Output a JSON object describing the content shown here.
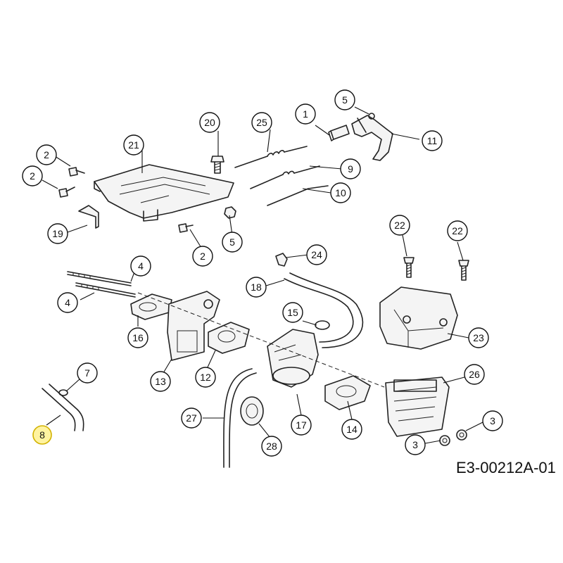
{
  "diagram_code": "E3-00212A-01",
  "highlight_color": "#fff3a0",
  "callouts": [
    {
      "id": "c1",
      "label": "1"
    },
    {
      "id": "c5a",
      "label": "5"
    },
    {
      "id": "c11",
      "label": "11"
    },
    {
      "id": "c20",
      "label": "20"
    },
    {
      "id": "c25",
      "label": "25"
    },
    {
      "id": "c21",
      "label": "21"
    },
    {
      "id": "c2a",
      "label": "2"
    },
    {
      "id": "c2b",
      "label": "2"
    },
    {
      "id": "c9",
      "label": "9"
    },
    {
      "id": "c10",
      "label": "10"
    },
    {
      "id": "c19",
      "label": "19"
    },
    {
      "id": "c2c",
      "label": "2"
    },
    {
      "id": "c5b",
      "label": "5"
    },
    {
      "id": "c22a",
      "label": "22"
    },
    {
      "id": "c22b",
      "label": "22"
    },
    {
      "id": "c24",
      "label": "24"
    },
    {
      "id": "c4a",
      "label": "4"
    },
    {
      "id": "c4b",
      "label": "4"
    },
    {
      "id": "c18",
      "label": "18"
    },
    {
      "id": "c15",
      "label": "15"
    },
    {
      "id": "c23",
      "label": "23"
    },
    {
      "id": "c16",
      "label": "16"
    },
    {
      "id": "c7",
      "label": "7"
    },
    {
      "id": "c26",
      "label": "26"
    },
    {
      "id": "c13",
      "label": "13"
    },
    {
      "id": "c12",
      "label": "12"
    },
    {
      "id": "c27",
      "label": "27"
    },
    {
      "id": "c17",
      "label": "17"
    },
    {
      "id": "c14",
      "label": "14"
    },
    {
      "id": "c3a",
      "label": "3"
    },
    {
      "id": "c3b",
      "label": "3"
    },
    {
      "id": "c8",
      "label": "8",
      "highlighted": true
    },
    {
      "id": "c28",
      "label": "28"
    }
  ]
}
